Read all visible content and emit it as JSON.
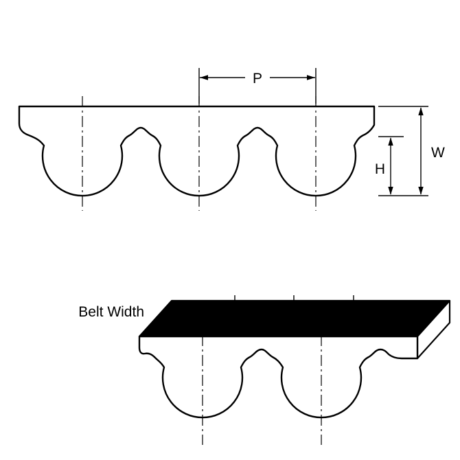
{
  "figure": {
    "labels": {
      "pitch": "P",
      "belt_height": "W",
      "tooth_height": "H",
      "belt_width": "Belt Width"
    },
    "colors": {
      "line": "#000000",
      "background": "#ffffff",
      "belt_top_face": "#000000",
      "belt_end_face": "#ffffff"
    }
  }
}
